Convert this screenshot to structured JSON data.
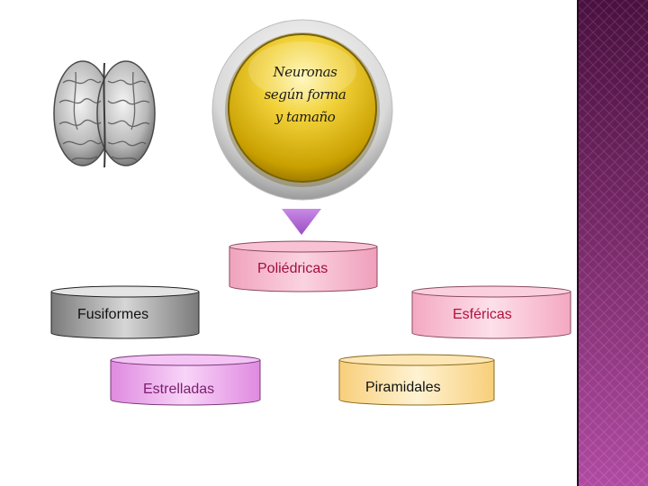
{
  "title": {
    "line1": "Neuronas",
    "line2": "según forma",
    "line3": "y tamaño"
  },
  "nodes": {
    "poliedricas": "Poliédricas",
    "fusiformes": "Fusiformes",
    "esfericas": "Esféricas",
    "estrelladas": "Estrelladas",
    "piramidales": "Piramidales"
  },
  "icons": {
    "brain": "brain-icon",
    "pointer": "triangle-down-icon"
  },
  "colors": {
    "side_panel": "#7a2a6a",
    "circle_gold": "#e0b400",
    "poliedricas_fill": "#f2a9c3",
    "poliedricas_text": "#a01040",
    "fusiformes_fill": "#9a9a9a",
    "fusiformes_text": "#111111",
    "esfericas_fill": "#f5b7cc",
    "esfericas_text": "#b0123c",
    "estrelladas_fill": "#e89ae8",
    "estrelladas_text": "#7a1f70",
    "piramidales_fill": "#fde0a0",
    "piramidales_text": "#111111",
    "pointer": "#b06ad0"
  }
}
